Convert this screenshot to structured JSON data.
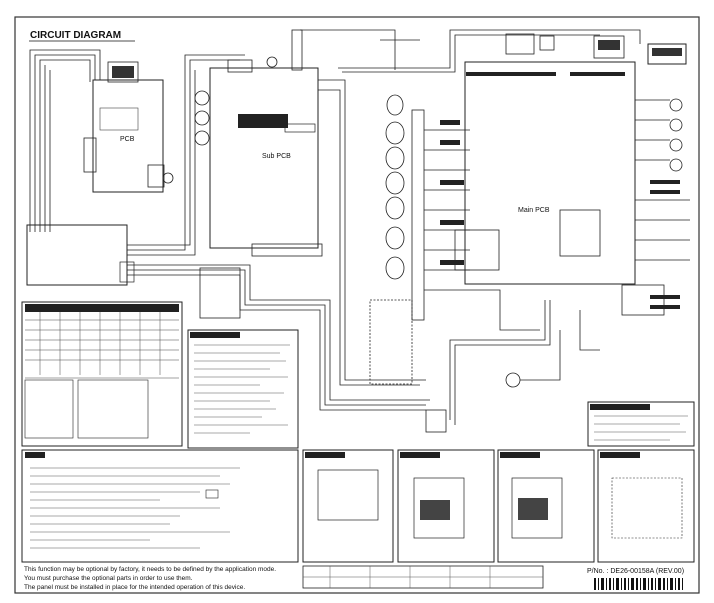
{
  "diagram": {
    "title": "CIRCUIT DIAGRAM",
    "boards": [
      {
        "id": "display",
        "label": "PCB"
      },
      {
        "id": "sub",
        "label": "Sub PCB"
      },
      {
        "id": "main",
        "label": "Main PCB"
      }
    ],
    "notes": [
      "This function may be optional by factory, it needs to be defined by the application mode.",
      "You must purchase the optional parts in order to use them.",
      "The panel must be installed in place for the intended operation of this device."
    ],
    "part_number": "P/No. : DE26-00158A (REV.00)",
    "colors": {
      "ink": "#222222",
      "paper": "#ffffff"
    }
  }
}
